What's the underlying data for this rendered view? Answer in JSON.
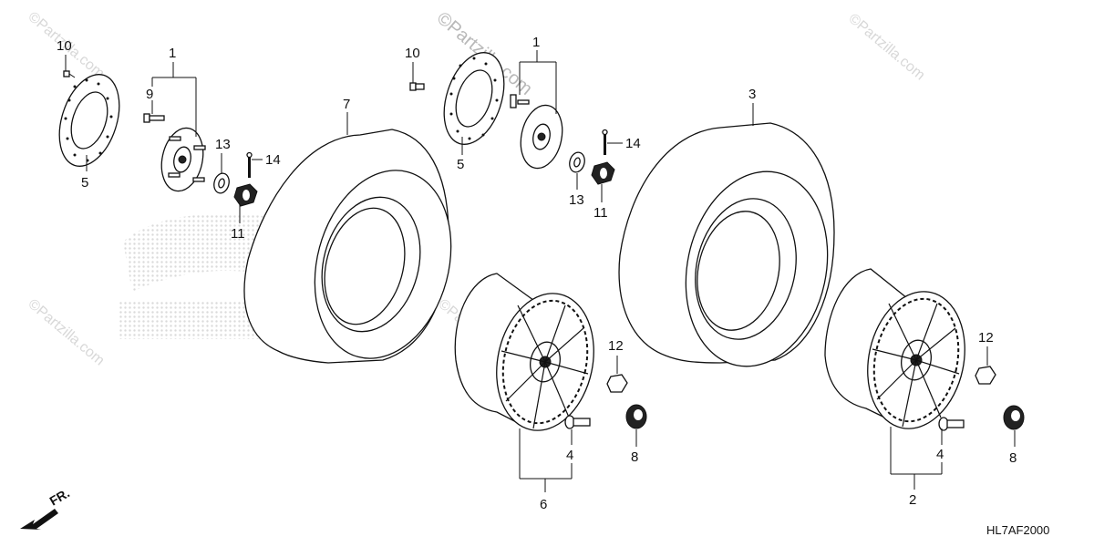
{
  "watermark": "©Partzilla.com",
  "diagram_code": "HL7AF2000",
  "direction_label": "FR.",
  "colors": {
    "ink": "#111111",
    "honda_logo": "#e0e0e0",
    "watermark": "#d8d8d8"
  },
  "callouts": {
    "c1a": "1",
    "c1b": "1",
    "c2": "2",
    "c3": "3",
    "c4a": "4",
    "c4b": "4",
    "c5a": "5",
    "c5b": "5",
    "c6": "6",
    "c7": "7",
    "c8a": "8",
    "c8b": "8",
    "c9a": "9",
    "c10a": "10",
    "c10b": "10",
    "c11a": "11",
    "c11b": "11",
    "c12a": "12",
    "c12b": "12",
    "c13a": "13",
    "c13b": "13",
    "c14a": "14",
    "c14b": "14"
  }
}
